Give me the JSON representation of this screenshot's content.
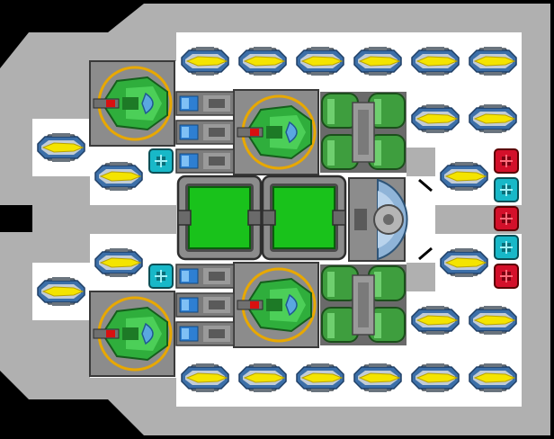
{
  "game": {
    "view": "ship-designer-blueprint"
  },
  "colors": {
    "background": "#000000",
    "hull_frame": "#b0b0b0",
    "hull_frame_inner": "#bcbcbc",
    "grid_floor": "#ffffff",
    "tile_gray": "#8c8c8c",
    "tile_border": "#3a3a3a",
    "thruster_body": "#8e9aa6",
    "thruster_wing": "#3c6fa8",
    "thruster_flame": "#f4e400",
    "weapon_green": "#2fae3c",
    "weapon_ring": "#e8a800",
    "reactor_green": "#19c21b",
    "engine_green": "#3e9e3e",
    "dish_blue": "#8fb4d8",
    "armor_red": "#d3102a",
    "armor_cyan": "#18b8c8",
    "battery_blue": "#2e7fd2"
  },
  "modules": {
    "thrusters": [
      {
        "id": "t-top-1"
      },
      {
        "id": "t-top-2"
      },
      {
        "id": "t-top-3"
      },
      {
        "id": "t-top-4"
      },
      {
        "id": "t-top-5"
      },
      {
        "id": "t-top-6"
      },
      {
        "id": "t-bot-1"
      },
      {
        "id": "t-bot-2"
      },
      {
        "id": "t-bot-3"
      },
      {
        "id": "t-bot-4"
      },
      {
        "id": "t-bot-5"
      },
      {
        "id": "t-bot-6"
      },
      {
        "id": "t-right-1"
      },
      {
        "id": "t-right-2"
      },
      {
        "id": "t-right-3"
      },
      {
        "id": "t-right-4"
      },
      {
        "id": "t-right-5"
      },
      {
        "id": "t-right-6"
      },
      {
        "id": "t-left-1"
      },
      {
        "id": "t-left-2"
      },
      {
        "id": "t-left-3"
      },
      {
        "id": "t-left-4"
      }
    ],
    "turrets": [
      {
        "id": "turret-1"
      },
      {
        "id": "turret-2"
      },
      {
        "id": "turret-3"
      },
      {
        "id": "turret-4"
      }
    ],
    "reactors": [
      {
        "id": "reactor-1"
      },
      {
        "id": "reactor-2"
      }
    ],
    "engines": [
      {
        "id": "engine-1"
      },
      {
        "id": "engine-2"
      }
    ],
    "armor_blocks": [
      {
        "id": "armor-1",
        "kind": "red"
      },
      {
        "id": "armor-2",
        "kind": "cyan"
      },
      {
        "id": "armor-3",
        "kind": "red"
      },
      {
        "id": "armor-4",
        "kind": "cyan"
      },
      {
        "id": "armor-5",
        "kind": "red"
      },
      {
        "id": "armor-6",
        "kind": "cyan"
      },
      {
        "id": "armor-7",
        "kind": "cyan"
      }
    ],
    "batteries": [
      {
        "id": "battery-bank-1"
      },
      {
        "id": "battery-bank-2"
      }
    ],
    "dish": {
      "id": "sensor-dish"
    }
  }
}
